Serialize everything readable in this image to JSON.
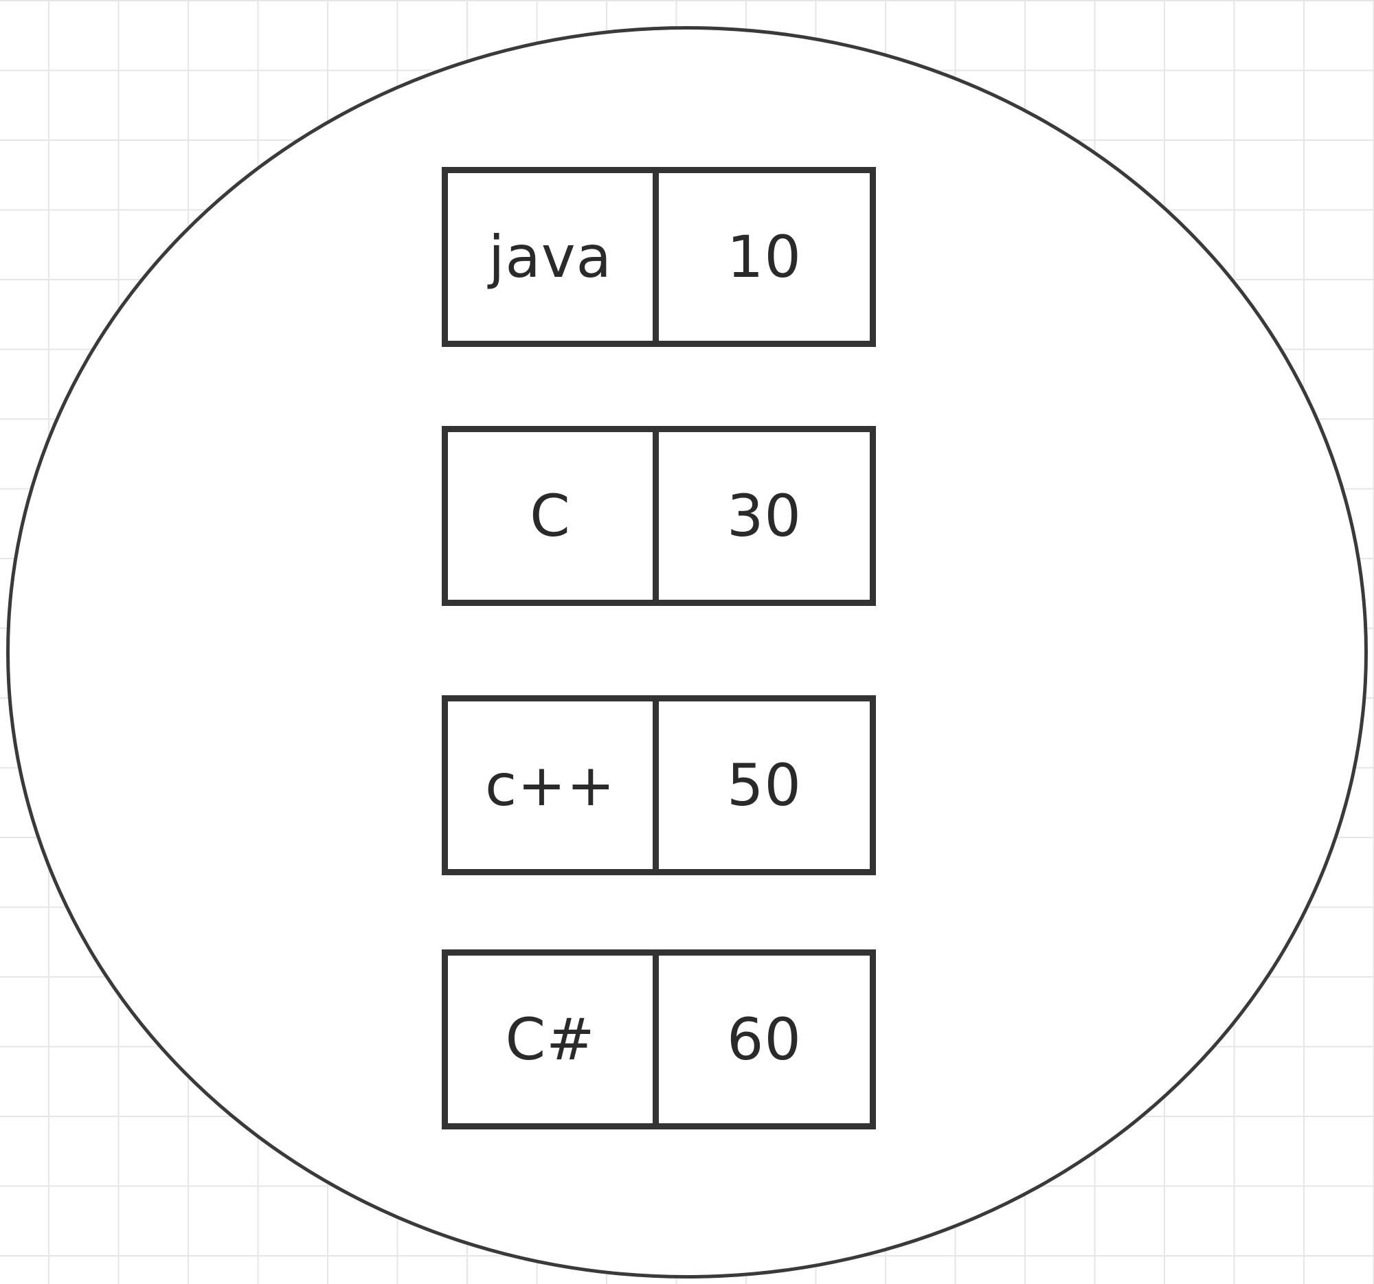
{
  "diagram": {
    "entries": [
      {
        "key": "java",
        "value": "10"
      },
      {
        "key": "C",
        "value": "30"
      },
      {
        "key": "c++",
        "value": "50"
      },
      {
        "key": "C#",
        "value": "60"
      }
    ],
    "colors": {
      "stroke": "#333333",
      "grid": "#e6e6e6",
      "background": "#ffffff",
      "text": "#2a2a2a"
    }
  }
}
